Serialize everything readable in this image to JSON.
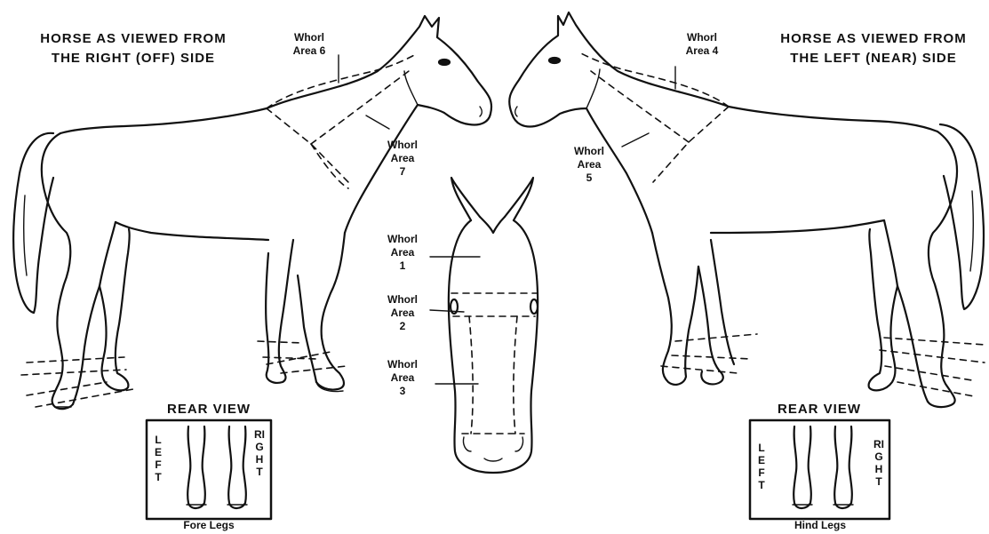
{
  "headings": {
    "right_side": "HORSE AS VIEWED FROM\nTHE RIGHT (OFF) SIDE",
    "left_side": "HORSE AS VIEWED FROM\nTHE LEFT (NEAR) SIDE"
  },
  "whorl_areas": {
    "area1": "Whorl\nArea\n1",
    "area2": "Whorl\nArea\n2",
    "area3": "Whorl\nArea\n3",
    "area4": "Whorl\nArea 4",
    "area5": "Whorl\nArea\n5",
    "area6": "Whorl\nArea 6",
    "area7": "Whorl\nArea\n7"
  },
  "rear_views": {
    "fore": {
      "title": "REAR VIEW",
      "left": "LEFT",
      "right": "RIGHT",
      "caption": "Fore Legs"
    },
    "hind": {
      "title": "REAR VIEW",
      "left": "LEFT",
      "right": "RIGHT",
      "caption": "Hind Legs"
    }
  }
}
